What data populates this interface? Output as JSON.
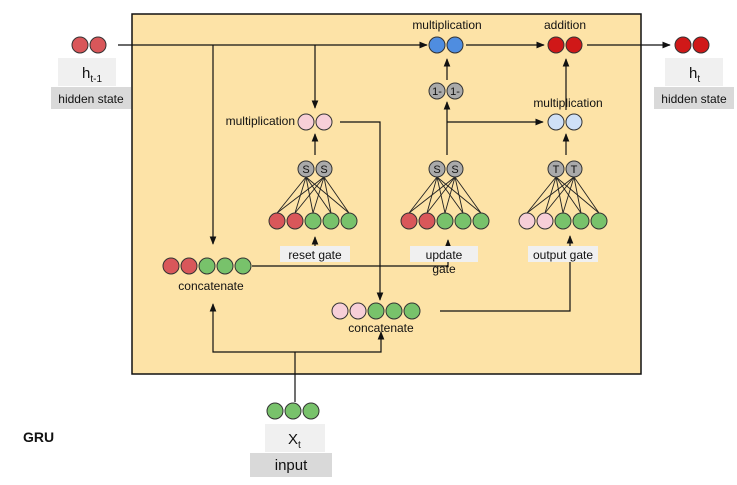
{
  "title": "GRU",
  "colors": {
    "panel": "#fde3a7",
    "red": "#d9575a",
    "dark_red": "#d01818",
    "green": "#78c26b",
    "pink": "#f7cfd8",
    "blue": "#4f8de0",
    "light_blue": "#cfe0f7",
    "gray": "#aaaaaa",
    "label_box": "#d9d9d9",
    "label_box_light": "#f0f0f0"
  },
  "labels": {
    "h_prev_main": "h",
    "h_prev_sub": "t-1",
    "hidden_state_in": "hidden state",
    "h_out_main": "h",
    "h_out_sub": "t",
    "hidden_state_out": "hidden state",
    "x_main": "X",
    "x_sub": "t",
    "input": "input",
    "multiplication_top": "multiplication",
    "addition": "addition",
    "multiplication_reset": "multiplication",
    "multiplication_right": "multiplication",
    "reset_gate": "reset gate",
    "update_gate_l1": "update",
    "update_gate_l2": "gate",
    "output_gate": "output gate",
    "concatenate_1": "concatenate",
    "concatenate_2": "concatenate",
    "sigmoid": "S",
    "tanh": "T",
    "one_minus": "1-"
  }
}
